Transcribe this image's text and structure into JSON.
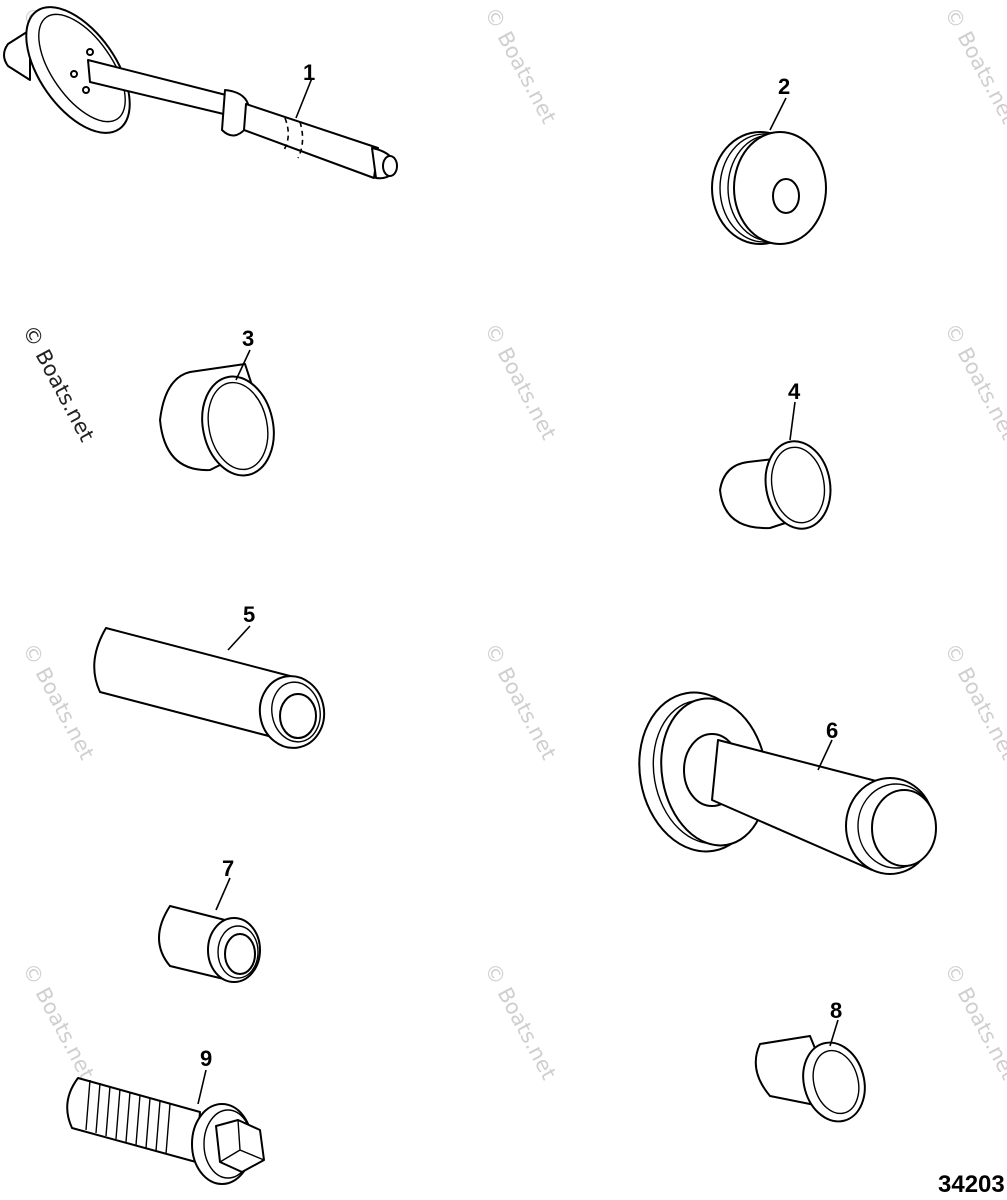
{
  "watermark": "© Boats.net",
  "figure_number": "34203",
  "callouts": [
    "1",
    "2",
    "3",
    "4",
    "5",
    "6",
    "7",
    "8",
    "9"
  ]
}
